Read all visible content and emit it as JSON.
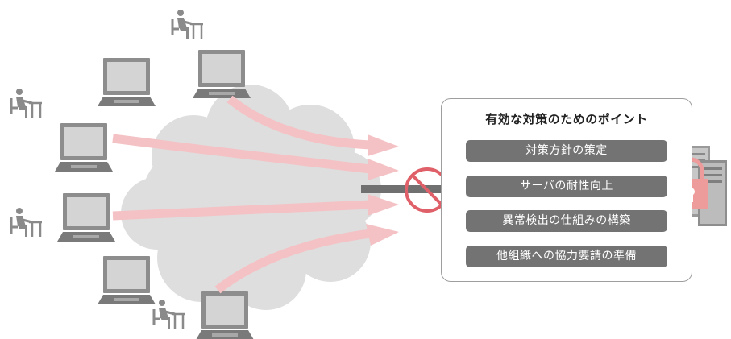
{
  "panel": {
    "title": "有効な対策のためのポイント",
    "items": [
      {
        "label": "対策方針の策定"
      },
      {
        "label": "サーバの耐性向上"
      },
      {
        "label": "異常検出の仕組みの構築"
      },
      {
        "label": "他組織への協力要請の準備"
      }
    ]
  },
  "icons": [
    "person-at-desk-icon",
    "laptop-icon",
    "cloud-icon",
    "prohibited-icon",
    "server-icon",
    "lock-icon"
  ],
  "colors": {
    "arrow": "#f4c2c5",
    "prohibit": "#e06069",
    "lock": "#ee9b9b",
    "cloud": "#dedede",
    "item_bg": "#737373",
    "laptop": "#bdbdbd"
  }
}
